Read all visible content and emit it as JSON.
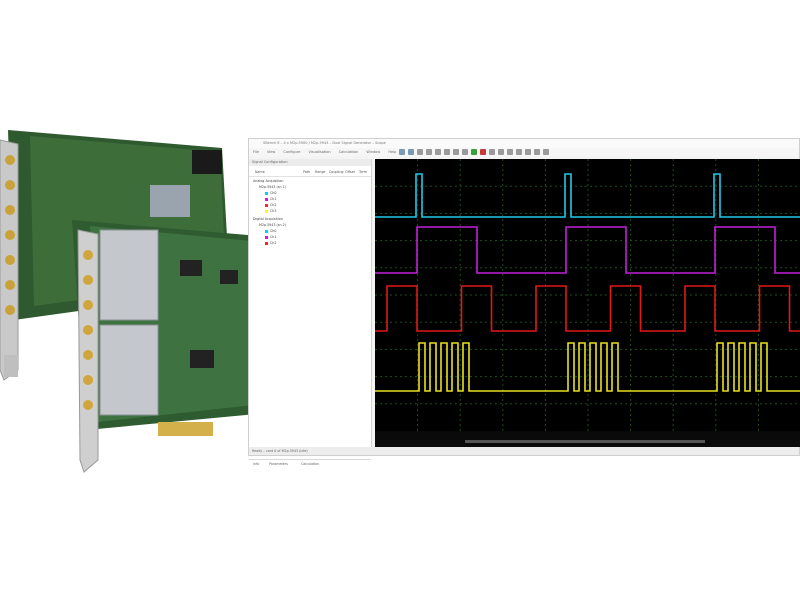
{
  "window": {
    "title": "SBench 6 – 4 x M2p.5900 / M2p.5943 – Dual Signal Generator – Scope",
    "menu": [
      "File",
      "View",
      "Configure",
      "Visualisation",
      "Calculation",
      "Window",
      "Help"
    ],
    "pane_title": "Signal Configuration",
    "columns": [
      "Name",
      "Path",
      "Range",
      "Coupling",
      "Offset",
      "Term"
    ],
    "tree": [
      {
        "label": "Analog Acquisition",
        "color": ""
      },
      {
        "label": "M2p.5943 (sn 1)",
        "color": ""
      },
      {
        "label": "Ch0",
        "color": "#00d0ff"
      },
      {
        "label": "Ch1",
        "color": "#e010e0"
      },
      {
        "label": "Ch2",
        "color": "#ff2020"
      },
      {
        "label": "Ch3",
        "color": "#ffff00"
      },
      {
        "label": "Digital Acquisition",
        "color": ""
      },
      {
        "label": "M2p.5943 (sn 2)",
        "color": ""
      },
      {
        "label": "Ch0",
        "color": "#00d0ff"
      },
      {
        "label": "Ch1",
        "color": "#e010e0"
      },
      {
        "label": "Ch2",
        "color": "#ff2020"
      }
    ],
    "bottom_tabs": [
      "Info",
      "Parameters",
      "Calculation"
    ],
    "status": "Ready – card 0 of M2p.5943 (idle)"
  },
  "scope": {
    "traces": [
      {
        "name": "Ch0",
        "color": "#20c8e8"
      },
      {
        "name": "Ch1",
        "color": "#c020d8"
      },
      {
        "name": "Ch2",
        "color": "#e01818"
      },
      {
        "name": "Ch3",
        "color": "#e8e020"
      }
    ],
    "grid_color": "#1e4e1e"
  }
}
